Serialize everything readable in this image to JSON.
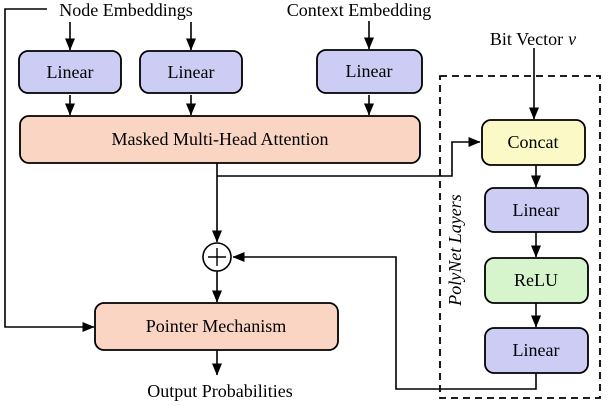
{
  "colors": {
    "lavender": "#CCCCF4",
    "peach": "#FAD5C3",
    "yellow": "#FBF9C6",
    "green": "#D6F5CD",
    "stroke": "#000000",
    "background": "#FFFFFF"
  },
  "labels": {
    "node_embeddings": "Node Embeddings",
    "context_embedding": "Context Embedding",
    "bit_vector": "Bit Vector",
    "bit_vector_symbol": "v",
    "output_probabilities": "Output Probabilities",
    "polynet_layers": "PolyNet Layers"
  },
  "boxes": {
    "linear1": {
      "label": "Linear"
    },
    "linear2": {
      "label": "Linear"
    },
    "linear3": {
      "label": "Linear"
    },
    "mmha": {
      "label": "Masked Multi-Head Attention"
    },
    "concat": {
      "label": "Concat"
    },
    "polynet_linear1": {
      "label": "Linear"
    },
    "relu": {
      "label": "ReLU"
    },
    "polynet_linear2": {
      "label": "Linear"
    },
    "pointer": {
      "label": "Pointer Mechanism"
    }
  }
}
